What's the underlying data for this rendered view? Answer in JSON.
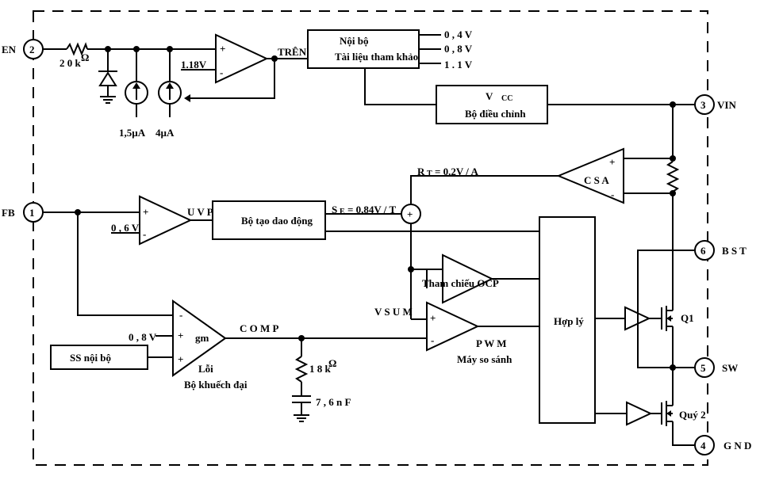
{
  "pins": {
    "en": {
      "name": "EN",
      "num": "2"
    },
    "fb": {
      "name": "FB",
      "num": "1"
    },
    "vin": {
      "name": "VIN",
      "num": "3"
    },
    "bst": {
      "name": "B S T",
      "num": "6"
    },
    "sw": {
      "name": "SW",
      "num": "5"
    },
    "gnd": {
      "name": "G N D",
      "num": "4"
    }
  },
  "enable": {
    "resistor": "2 0 k",
    "resistor_unit": "Ω",
    "current1": "1,5µA",
    "current2": "4µA",
    "ref": "1.18V",
    "out_label": "TRÊN"
  },
  "reference": {
    "line1": "Nội bộ",
    "line2": "Tài liệu tham khảo",
    "v1": "0 , 4 V",
    "v2": "0 , 8 V",
    "v3": "1 . 1 V"
  },
  "vcc": {
    "line1": "V",
    "sub": "CC",
    "line2": "Bộ điều chỉnh"
  },
  "csa": {
    "label": "C S A",
    "plus": "+",
    "minus": "-"
  },
  "rt": {
    "label": "R",
    "sub": "T",
    "value": "= 0,2V / A"
  },
  "uvp": {
    "label": "U V P",
    "ref": "0 , 6 V"
  },
  "oscillator": {
    "label": "Bộ tạo dao động",
    "se_label": "S",
    "se_sub": "E",
    "se_value": "= 0,84V / T"
  },
  "ocp": {
    "label": "Tham chiếu OCP"
  },
  "vsum": {
    "label": "V S U M"
  },
  "logic": {
    "label": "Hợp lý"
  },
  "error_amp": {
    "gm": "gm",
    "ref": "0 , 8 V",
    "line1": "Lỗi",
    "line2": "Bộ khuếch đại"
  },
  "comp": {
    "label": "C O M P"
  },
  "softstart": {
    "label": "SS nội bộ"
  },
  "rc": {
    "r": "1 8 k",
    "r_unit": "Ω",
    "c": "7 , 6 n F"
  },
  "pwm": {
    "line1": "P W M",
    "line2": "Máy so sánh"
  },
  "q1": {
    "label": "Q1"
  },
  "q2": {
    "label": "Quý 2"
  }
}
